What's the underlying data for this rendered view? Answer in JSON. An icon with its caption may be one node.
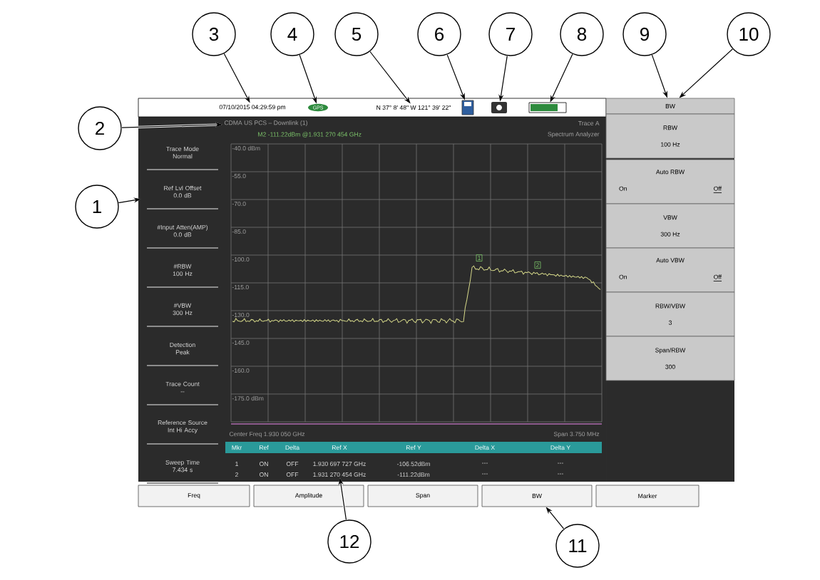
{
  "diagram": {
    "nodes": [
      {
        "text": [
          "1"
        ]
      },
      {
        "text": [
          "2"
        ]
      },
      {
        "text": [
          "3"
        ]
      },
      {
        "text": [
          "4"
        ]
      },
      {
        "text": [
          "5"
        ]
      },
      {
        "text": [
          "6"
        ]
      },
      {
        "text": [
          "7"
        ]
      },
      {
        "text": [
          "8"
        ]
      },
      {
        "text": [
          "9"
        ]
      },
      {
        "text": [
          "10"
        ]
      },
      {
        "text": [
          "11"
        ]
      },
      {
        "text": [
          "12"
        ]
      },
      {
        "text": [
          "07/10/2015 04:29:59 pm"
        ]
      },
      {
        "text": [
          "GPS"
        ]
      },
      {
        "text": [
          "N 37° 8' 48\" W 121° 39' 22\""
        ]
      },
      {
        "text": [],
        "shape": "picture"
      },
      {
        "text": [],
        "shape": "picture"
      },
      {
        "text": [],
        "shape": "picture"
      },
      {
        "text": [
          "CDMA US PCS – Downlink (1)"
        ]
      },
      {
        "text": [
          "Trace Mode",
          "Normal"
        ]
      },
      {
        "text": [
          "Ref Lvl Offset",
          "0.0 dB"
        ]
      },
      {
        "text": [
          "#Input Atten(AMP)",
          "0.0 dB"
        ]
      },
      {
        "text": [
          "#RBW",
          "100 Hz"
        ]
      },
      {
        "text": [
          "#VBW",
          "300 Hz"
        ]
      },
      {
        "text": [
          "Detection",
          "Peak"
        ]
      },
      {
        "text": [
          "Trace Count",
          "--"
        ]
      },
      {
        "text": [
          "Reference Source",
          "Int Hi Accy"
        ]
      },
      {
        "text": [
          "Sweep Time",
          "7.434 s"
        ]
      },
      {
        "text": [
          "BW"
        ]
      },
      {
        "text": [
          "RBW",
          "100 Hz"
        ]
      },
      {
        "text": [
          "Auto RBW",
          "On",
          "Off"
        ]
      },
      {
        "text": [
          "VBW",
          "300 Hz"
        ]
      },
      {
        "text": [
          "Auto VBW",
          "On",
          "Off"
        ]
      },
      {
        "text": [
          "RBW/VBW",
          "3"
        ]
      },
      {
        "text": [
          "Span/RBW",
          "300"
        ]
      },
      {
        "text": [
          "Freq"
        ]
      },
      {
        "text": [
          "Amplitude"
        ]
      },
      {
        "text": [
          "Span"
        ]
      },
      {
        "text": [
          "BW"
        ]
      },
      {
        "text": [
          "Marker"
        ]
      },
      {
        "text": [
          "1.931 270 454 GHz"
        ]
      }
    ],
    "edges": [
      {
        "from": 0,
        "to": 20,
        "arrow": "to"
      },
      {
        "from": 1,
        "to": 18,
        "arrow": "to"
      },
      {
        "from": 2,
        "to": 12,
        "arrow": "to"
      },
      {
        "from": 3,
        "to": 13,
        "arrow": "to"
      },
      {
        "from": 4,
        "to": 14,
        "arrow": "to"
      },
      {
        "from": 5,
        "to": 15,
        "arrow": "to"
      },
      {
        "from": 6,
        "to": 16,
        "arrow": "to"
      },
      {
        "from": 7,
        "to": 17,
        "arrow": "to"
      },
      {
        "from": 8,
        "to": 28,
        "arrow": "to"
      },
      {
        "from": 9,
        "to": 28,
        "arrow": "to"
      },
      {
        "from": 10,
        "to": 38,
        "arrow": "to"
      },
      {
        "from": 11,
        "to": 40,
        "arrow": "to"
      }
    ],
    "labels": [
      "Trace A",
      "M2 -111.22dBm @1.931 270 454 GHz",
      "Spectrum Analyzer",
      "-40.0 dBm",
      "-55.0",
      "-70.0",
      "-85.0",
      "-100.0",
      "-115.0",
      "-130.0",
      "-145.0",
      "-160.0",
      "-175.0 dBm",
      "1",
      "2",
      "Center Freq 1.930 050 GHz",
      "Span 3.750 MHz",
      "Mkr",
      "Ref",
      "Delta",
      "Ref X",
      "Ref Y",
      "Delta X",
      "Delta Y",
      "1",
      "ON",
      "OFF",
      "1.930 697 727 GHz",
      "-106.52dBm",
      "---",
      "---",
      "2",
      "ON",
      "OFF",
      "-111.22dBm",
      "---",
      "---"
    ]
  }
}
